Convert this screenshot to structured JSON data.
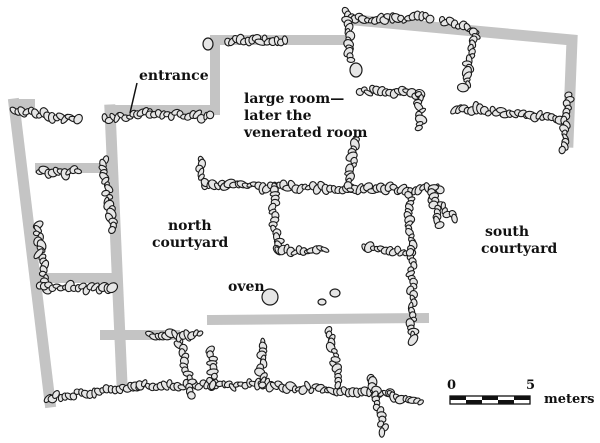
{
  "labels": {
    "entrance": "entrance",
    "large_room_l1": "large room—",
    "large_room_l2": "later the",
    "large_room_l3": "venerated room",
    "north_l1": "north",
    "north_l2": "courtyard",
    "south_l1": "south",
    "south_l2": "courtyard",
    "oven": "oven"
  },
  "scale": {
    "start": "0",
    "end": "5",
    "unit": "meters"
  },
  "colors": {
    "reconstructed_wall": "#c4c4c4",
    "stone_fill": "#e6e6e6",
    "stone_outline": "#1a1a1a"
  }
}
